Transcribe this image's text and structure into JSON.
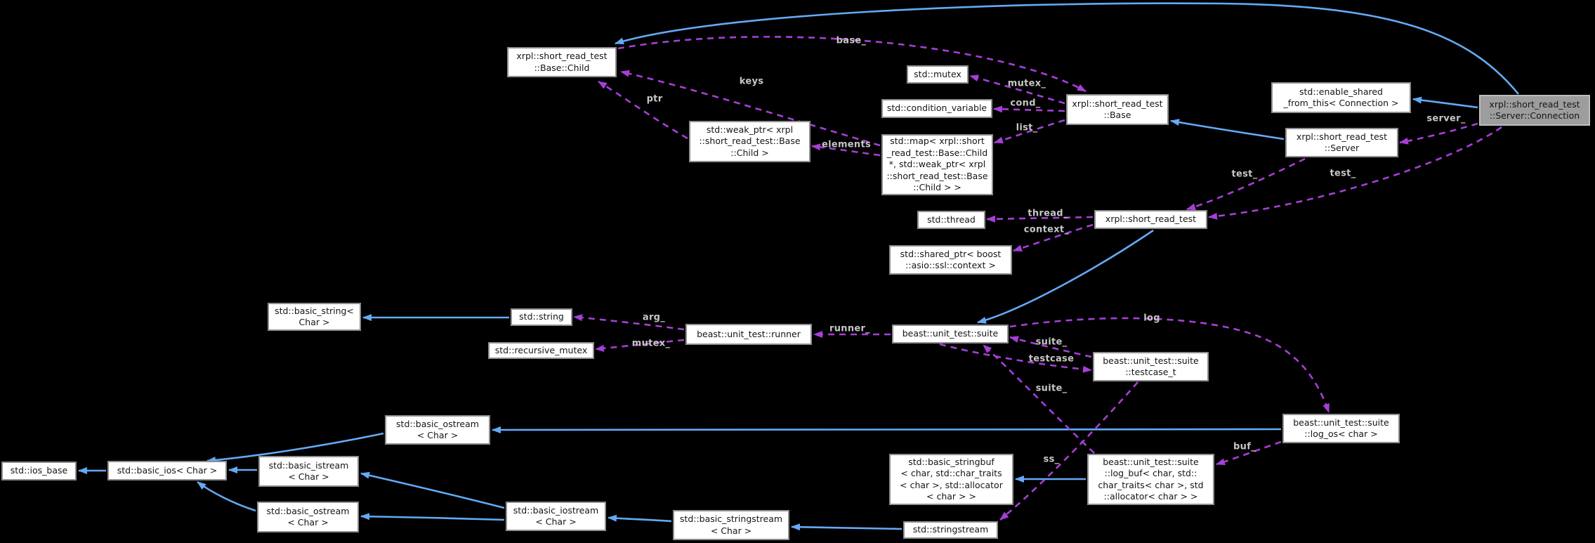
{
  "colors": {
    "background": "#000000",
    "inheritance_edge": "#64aaf5",
    "usage_edge": "#a63fd8",
    "node_fill": "#ffffff",
    "node_border": "#8f8f8f",
    "node_text": "#151515",
    "highlight_node_fill": "#9d9d9d",
    "highlight_node_border": "#bdbdbd",
    "edge_label_text": "#c6c6c6"
  },
  "nodes": [
    {
      "id": "child",
      "label": "xrpl::short_read_test\n::Base::Child"
    },
    {
      "id": "mutex",
      "label": "std::mutex"
    },
    {
      "id": "condvar",
      "label": "std::condition_variable"
    },
    {
      "id": "map",
      "label": "std::map< xrpl::short\n_read_test::Base::Child\n*, std::weak_ptr< xrpl\n::short_read_test::Base\n::Child > >"
    },
    {
      "id": "weakptr",
      "label": "std::weak_ptr< xrpl\n::short_read_test::Base\n::Child >"
    },
    {
      "id": "base",
      "label": "xrpl::short_read_test\n::Base"
    },
    {
      "id": "enableshared",
      "label": "std::enable_shared\n_from_this< Connection >"
    },
    {
      "id": "connection",
      "label": "xrpl::short_read_test\n::Server::Connection",
      "highlighted": true
    },
    {
      "id": "server",
      "label": "xrpl::short_read_test\n::Server"
    },
    {
      "id": "srt",
      "label": "xrpl::short_read_test"
    },
    {
      "id": "thread",
      "label": "std::thread"
    },
    {
      "id": "sharedptr",
      "label": "std::shared_ptr< boost\n::asio::ssl::context >"
    },
    {
      "id": "basicstring",
      "label": "std::basic_string<\nChar >"
    },
    {
      "id": "string",
      "label": "std::string"
    },
    {
      "id": "recmutex",
      "label": "std::recursive_mutex"
    },
    {
      "id": "runner",
      "label": "beast::unit_test::runner"
    },
    {
      "id": "suite",
      "label": "beast::unit_test::suite"
    },
    {
      "id": "testcaset",
      "label": "beast::unit_test::suite\n::testcase_t"
    },
    {
      "id": "logos",
      "label": "beast::unit_test::suite\n::log_os< char >"
    },
    {
      "id": "ostreamtop",
      "label": "std::basic_ostream\n< Char >"
    },
    {
      "id": "iosbase",
      "label": "std::ios_base"
    },
    {
      "id": "basicios",
      "label": "std::basic_ios< Char >"
    },
    {
      "id": "istream",
      "label": "std::basic_istream\n< Char >"
    },
    {
      "id": "ostreambot",
      "label": "std::basic_ostream\n< Char >"
    },
    {
      "id": "iostream",
      "label": "std::basic_iostream\n< Char >"
    },
    {
      "id": "bstringstream",
      "label": "std::basic_stringstream\n< Char >"
    },
    {
      "id": "stringbuf",
      "label": "std::basic_stringbuf\n< char, std::char_traits\n< char >, std::allocator\n< char > >"
    },
    {
      "id": "logbuf",
      "label": "beast::unit_test::suite\n::log_buf< char, std::\nchar_traits< char >, std\n::allocator< char > >"
    },
    {
      "id": "sstream",
      "label": "std::stringstream"
    }
  ],
  "edges": [
    {
      "id": "b1",
      "from": "connection",
      "to": "child",
      "relation": "inheritance",
      "label": ""
    },
    {
      "id": "b2",
      "from": "connection",
      "to": "enableshared",
      "relation": "inheritance",
      "label": ""
    },
    {
      "id": "b3",
      "from": "server",
      "to": "base",
      "relation": "inheritance",
      "label": ""
    },
    {
      "id": "b4",
      "from": "srt",
      "to": "suite",
      "relation": "inheritance",
      "label": ""
    },
    {
      "id": "b5",
      "from": "string",
      "to": "basicstring",
      "relation": "inheritance",
      "label": ""
    },
    {
      "id": "b6",
      "from": "logos",
      "to": "ostreamtop",
      "relation": "inheritance",
      "label": ""
    },
    {
      "id": "b7",
      "from": "ostreamtop",
      "to": "basicios",
      "relation": "inheritance",
      "label": ""
    },
    {
      "id": "b8",
      "from": "istream",
      "to": "basicios",
      "relation": "inheritance",
      "label": ""
    },
    {
      "id": "b9",
      "from": "ostreambot",
      "to": "basicios",
      "relation": "inheritance",
      "label": ""
    },
    {
      "id": "b10",
      "from": "basicios",
      "to": "iosbase",
      "relation": "inheritance",
      "label": ""
    },
    {
      "id": "b11",
      "from": "iostream",
      "to": "istream",
      "relation": "inheritance",
      "label": ""
    },
    {
      "id": "b12",
      "from": "iostream",
      "to": "ostreambot",
      "relation": "inheritance",
      "label": ""
    },
    {
      "id": "b13",
      "from": "bstringstream",
      "to": "iostream",
      "relation": "inheritance",
      "label": ""
    },
    {
      "id": "b14",
      "from": "sstream",
      "to": "bstringstream",
      "relation": "inheritance",
      "label": ""
    },
    {
      "id": "b15",
      "from": "logbuf",
      "to": "stringbuf",
      "relation": "inheritance",
      "label": ""
    },
    {
      "id": "e1",
      "from": "child",
      "to": "base",
      "relation": "usage",
      "label": "base_"
    },
    {
      "id": "e2",
      "from": "map",
      "to": "child",
      "relation": "usage",
      "label": "keys"
    },
    {
      "id": "e3",
      "from": "weakptr",
      "to": "child",
      "relation": "usage",
      "label": "ptr"
    },
    {
      "id": "e4",
      "from": "map",
      "to": "weakptr",
      "relation": "usage",
      "label": "elements"
    },
    {
      "id": "e5",
      "from": "base",
      "to": "mutex",
      "relation": "usage",
      "label": "mutex_"
    },
    {
      "id": "e6",
      "from": "base",
      "to": "condvar",
      "relation": "usage",
      "label": "cond_"
    },
    {
      "id": "e7",
      "from": "base",
      "to": "map",
      "relation": "usage",
      "label": "list_"
    },
    {
      "id": "e8",
      "from": "connection",
      "to": "server",
      "relation": "usage",
      "label": "server_"
    },
    {
      "id": "e9",
      "from": "server",
      "to": "srt",
      "relation": "usage",
      "label": "test_"
    },
    {
      "id": "e10",
      "from": "connection",
      "to": "srt",
      "relation": "usage",
      "label": "test_"
    },
    {
      "id": "e11",
      "from": "srt",
      "to": "thread",
      "relation": "usage",
      "label": "thread_"
    },
    {
      "id": "e12",
      "from": "srt",
      "to": "sharedptr",
      "relation": "usage",
      "label": "context_"
    },
    {
      "id": "e13",
      "from": "suite",
      "to": "runner",
      "relation": "usage",
      "label": "runner_"
    },
    {
      "id": "e14",
      "from": "runner",
      "to": "string",
      "relation": "usage",
      "label": "arg_"
    },
    {
      "id": "e15",
      "from": "runner",
      "to": "recmutex",
      "relation": "usage",
      "label": "mutex_"
    },
    {
      "id": "e16",
      "from": "suite",
      "to": "testcaset",
      "relation": "usage",
      "label": "testcase"
    },
    {
      "id": "e17",
      "from": "testcaset",
      "to": "suite",
      "relation": "usage",
      "label": "suite_"
    },
    {
      "id": "e18",
      "from": "suite",
      "to": "logos",
      "relation": "usage",
      "label": "log"
    },
    {
      "id": "e19",
      "from": "logbuf",
      "to": "suite",
      "relation": "usage",
      "label": "suite_"
    },
    {
      "id": "e20",
      "from": "testcaset",
      "to": "sstream",
      "relation": "usage",
      "label": "ss_"
    },
    {
      "id": "e21",
      "from": "logos",
      "to": "logbuf",
      "relation": "usage",
      "label": "buf_"
    }
  ]
}
